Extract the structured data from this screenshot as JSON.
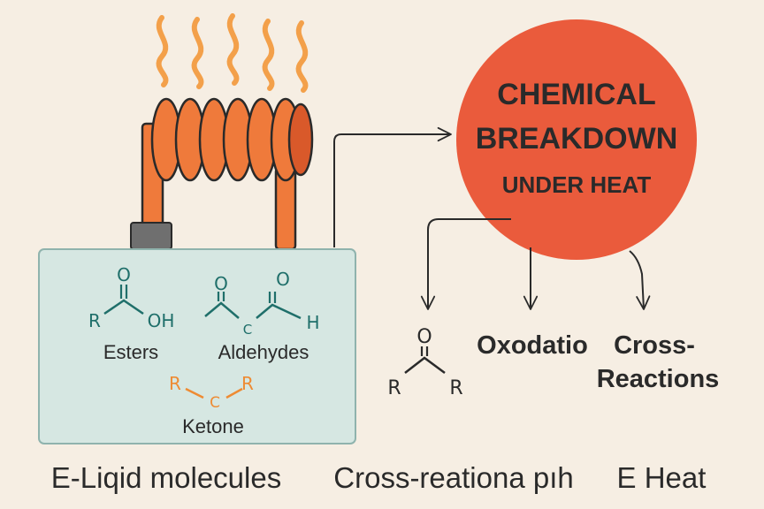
{
  "colors": {
    "background": "#f6eee3",
    "coil": "#ef7a3b",
    "coil_dark": "#d9592a",
    "heat_waves": "#f3a04a",
    "circle": "#ea5b3c",
    "tank_fill": "#d6e7e2",
    "molecule_teal": "#1f6f6a",
    "molecule_orange": "#ee8b33",
    "text": "#2a2a2a"
  },
  "circle": {
    "line1": "CHEMICAL",
    "line2": "BREAKDOWN",
    "line3": "UNDER HEAT"
  },
  "tank": {
    "ester": {
      "atom_o": "O",
      "atom_r": "R",
      "atom_oh": "OH",
      "label": "Esters"
    },
    "aldehyde": {
      "atom_o1": "O",
      "atom_o2": "O",
      "atom_c": "C",
      "atom_h": "H",
      "label": "Aldehydes"
    },
    "ketone": {
      "atom_r1": "R",
      "atom_c": "C",
      "atom_r2": "R",
      "label": "Ketone"
    }
  },
  "products": {
    "carbonyl": {
      "atom_o": "O",
      "atom_r1": "R",
      "atom_r2": "R"
    },
    "oxidation": "Oxodatio",
    "cross_line1": "Cross-",
    "cross_line2": "Reactions"
  },
  "bottom_labels": {
    "left": "E-Liqid molecules",
    "middle": "Cross-reationa pıh",
    "right": "E Heat"
  },
  "icons": [
    "heat-waves-icon",
    "heating-coil-icon",
    "arrow-icon"
  ]
}
